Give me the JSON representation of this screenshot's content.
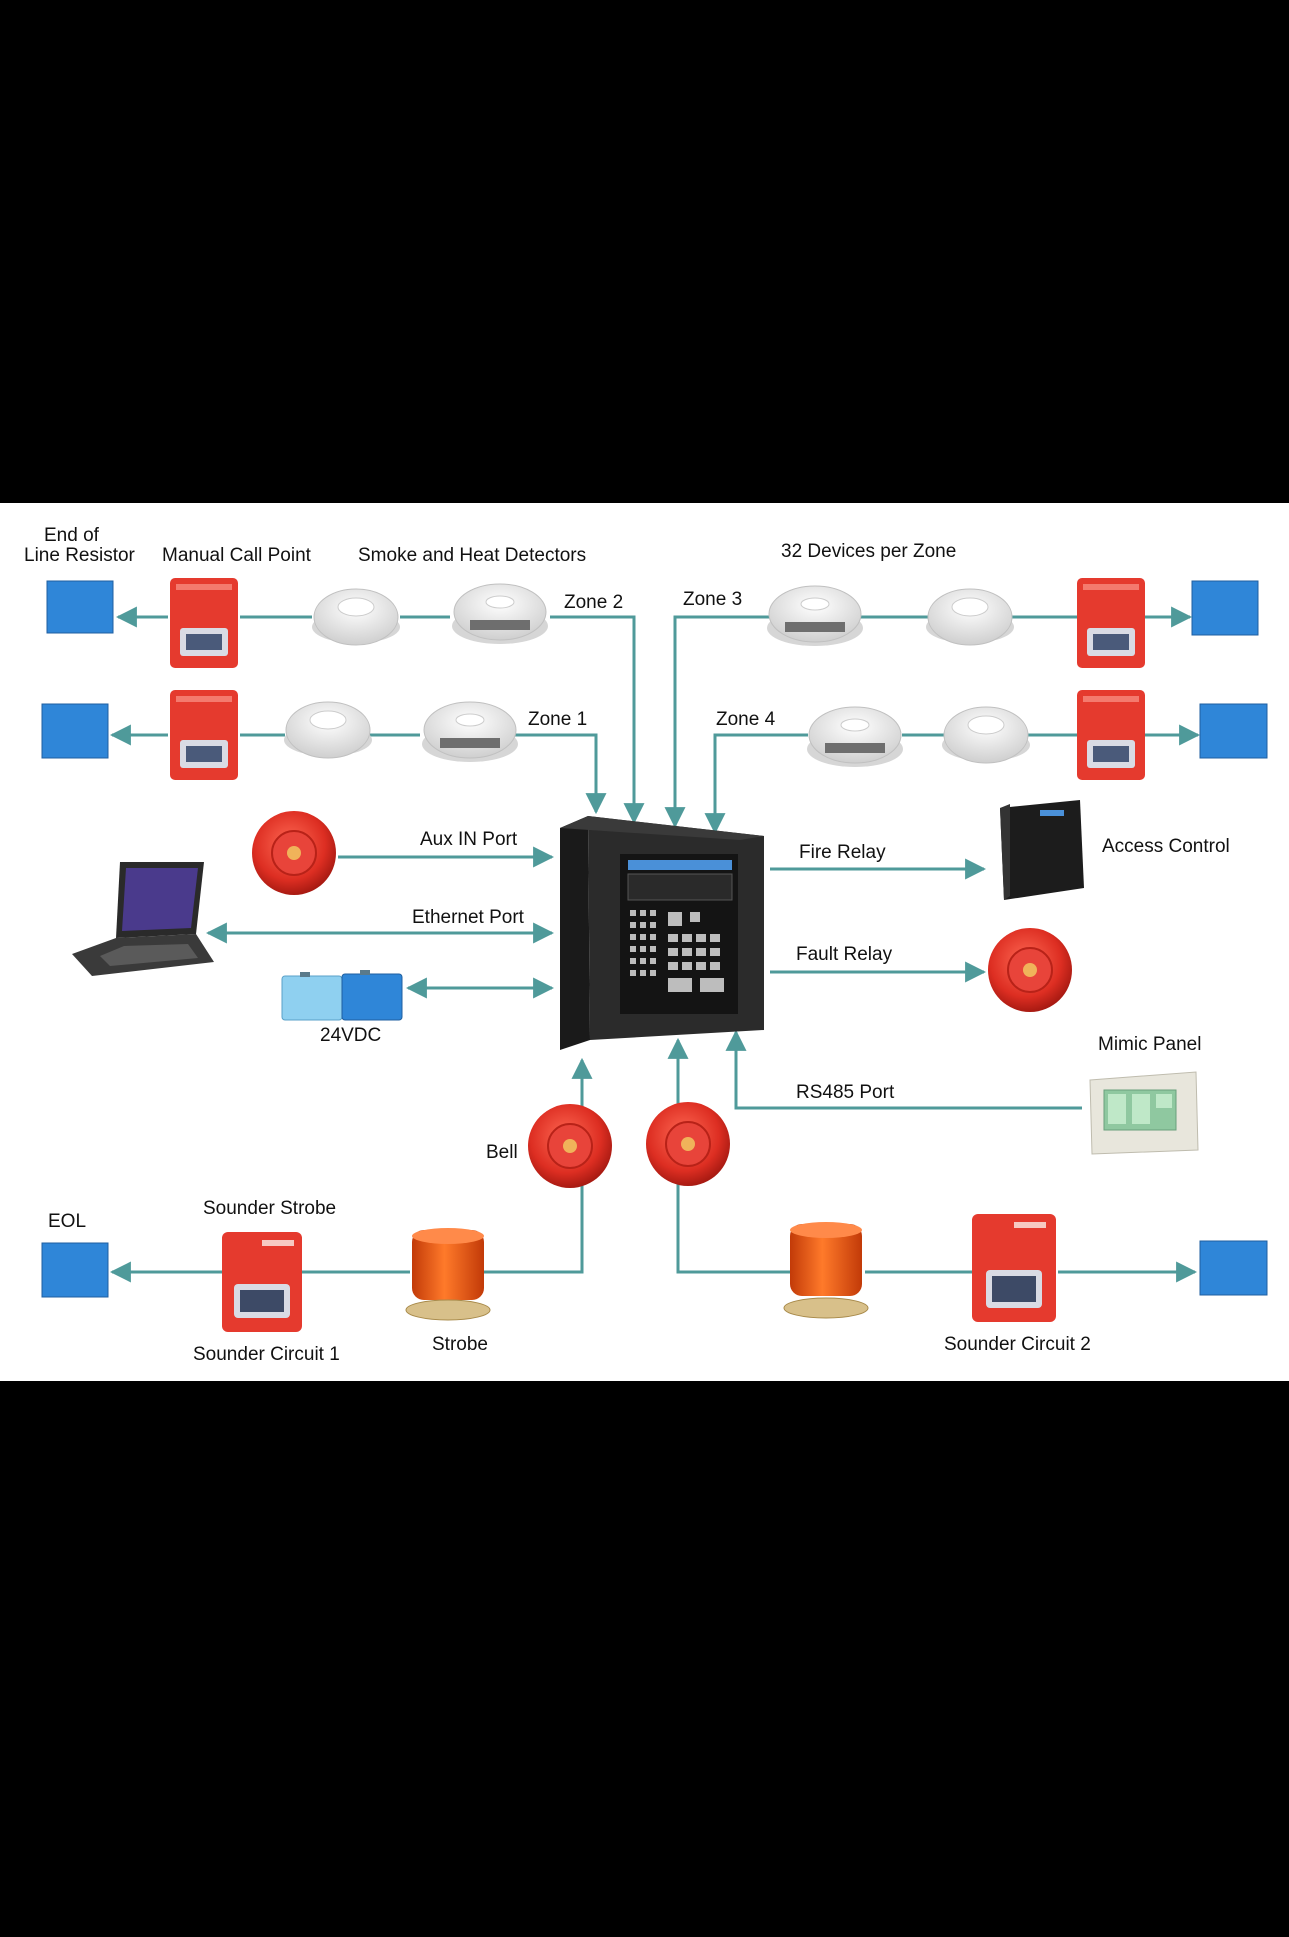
{
  "diagram": {
    "colors": {
      "background": "#000000",
      "panel": "#ffffff",
      "connector": "#4f9a9a",
      "eol_box": "#2f86d8",
      "device_red": "#e53a2e",
      "bell_red": "#dd2e22",
      "strobe_orange": "#f05a14",
      "detector_white": "#f2f2f2",
      "control_panel": "#2b2b2b"
    },
    "labels": {
      "end_of_line_1": "End of",
      "end_of_line_2": "Line Resistor",
      "manual_call_point": "Manual Call Point",
      "smoke_heat_detectors": "Smoke and Heat  Detectors",
      "devices_per_zone": "32 Devices per Zone",
      "zone1": "Zone 1",
      "zone2": "Zone 2",
      "zone3": "Zone 3",
      "zone4": "Zone 4",
      "aux_in_port": "Aux IN Port",
      "ethernet_port": "Ethernet Port",
      "vdc": "24VDC",
      "fire_relay": "Fire Relay",
      "fault_relay": "Fault Relay",
      "access_control": "Access Control",
      "mimic_panel": "Mimic Panel",
      "rs485_port": "RS485 Port",
      "bell": "Bell",
      "sounder_strobe": "Sounder Strobe",
      "eol": "EOL",
      "sounder_circuit_1": "Sounder Circuit 1",
      "strobe": "Strobe",
      "sounder_circuit_2": "Sounder Circuit 2"
    },
    "icons": {
      "eol": "eol-resistor-icon",
      "call_point": "manual-call-point-icon",
      "detector": "smoke-detector-icon",
      "bell": "fire-bell-icon",
      "strobe": "strobe-beacon-icon",
      "sounder_strobe": "sounder-strobe-icon",
      "laptop": "laptop-icon",
      "battery": "battery-icon",
      "panel": "fire-alarm-control-panel-icon",
      "access": "access-control-unit-icon",
      "mimic": "mimic-panel-icon"
    }
  }
}
